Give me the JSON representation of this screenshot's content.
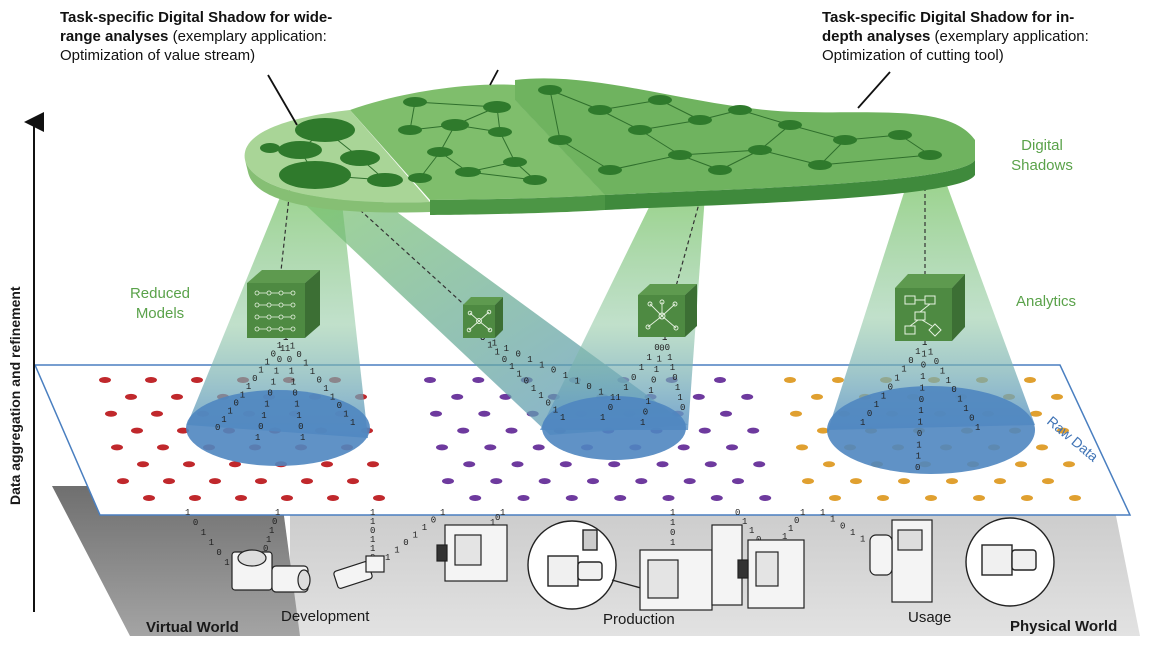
{
  "callouts": {
    "left": {
      "bold_line1": "Task-specific Digital Shadow for wide-",
      "bold_line2": "range analyses",
      "rest_line2": " (exemplary application:",
      "line3": "Optimization of value stream)"
    },
    "right": {
      "bold_line1": "Task-specific Digital Shadow for in-",
      "bold_line2": "depth analyses",
      "rest_line2": " (exemplary application:",
      "line3": "Optimization of cutting tool)"
    }
  },
  "layers": {
    "digital_shadows_1": "Digital",
    "digital_shadows_2": "Shadows",
    "reduced_models_1": "Reduced",
    "reduced_models_2": "Models",
    "analytics": "Analytics",
    "raw_data": "Raw Data"
  },
  "axis_label": "Data aggregation and refinement",
  "worlds": {
    "virtual": "Virtual World",
    "physical": "Physical World"
  },
  "stages": {
    "development": "Development",
    "production": "Production",
    "usage": "Usage"
  },
  "colors": {
    "shadow_dark": "#3f8a3c",
    "shadow_mid": "#6fb35f",
    "shadow_light": "#a9d597",
    "cone_green": "#6cbf5c",
    "cone_blue": "#4f86c0",
    "dot_red": "#c0282c",
    "dot_purple": "#6e3a9e",
    "dot_orange": "#e0a030",
    "plane_border": "#4a7fc0",
    "virtual_floor": "#8a8a8a",
    "physical_floor": "#d2d2d2"
  }
}
